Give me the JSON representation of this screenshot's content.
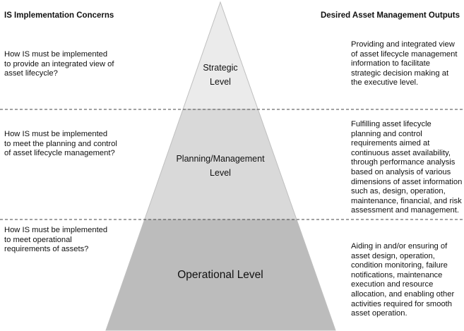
{
  "headers": {
    "left": "IS Implementation Concerns",
    "right": "Desired Asset Management Outputs"
  },
  "levels": [
    {
      "name": "strategic",
      "label": "Strategic\nLevel",
      "fill": "#ebebeb",
      "concern": "How IS must be implemented\nto provide an integrated view of\nasset lifecycle?",
      "output": "Providing and integrated view\nof asset lifecycle management\ninformation to facilitate\nstrategic decision making at\nthe executive level."
    },
    {
      "name": "planning",
      "label": "Planning/Management\nLevel",
      "fill": "#d9d9d9",
      "concern": "How IS must be implemented\nto meet the planning and control\nof asset lifecycle management?",
      "output": "Fulfilling asset lifecycle\nplanning and control\nrequirements aimed at\ncontinuous asset availability,\nthrough performance analysis\nbased on analysis of various\ndimensions of asset information\nsuch as, design, operation,\nmaintenance, financial, and risk\nassessment and management."
    },
    {
      "name": "operational",
      "label": "Operational Level",
      "fill": "#bcbcbc",
      "concern": "How  IS must be implemented\nto meet operational\nrequirements of assets?",
      "output": "Aiding in and/or ensuring of\nasset design, operation,\ncondition monitoring, failure\nnotifications, maintenance\nexecution and  resource\nallocation, and enabling other\nactivities required  for smooth\nasset operation."
    }
  ],
  "colors": {
    "outline": "#bfbfbf",
    "divider": "#444444"
  }
}
